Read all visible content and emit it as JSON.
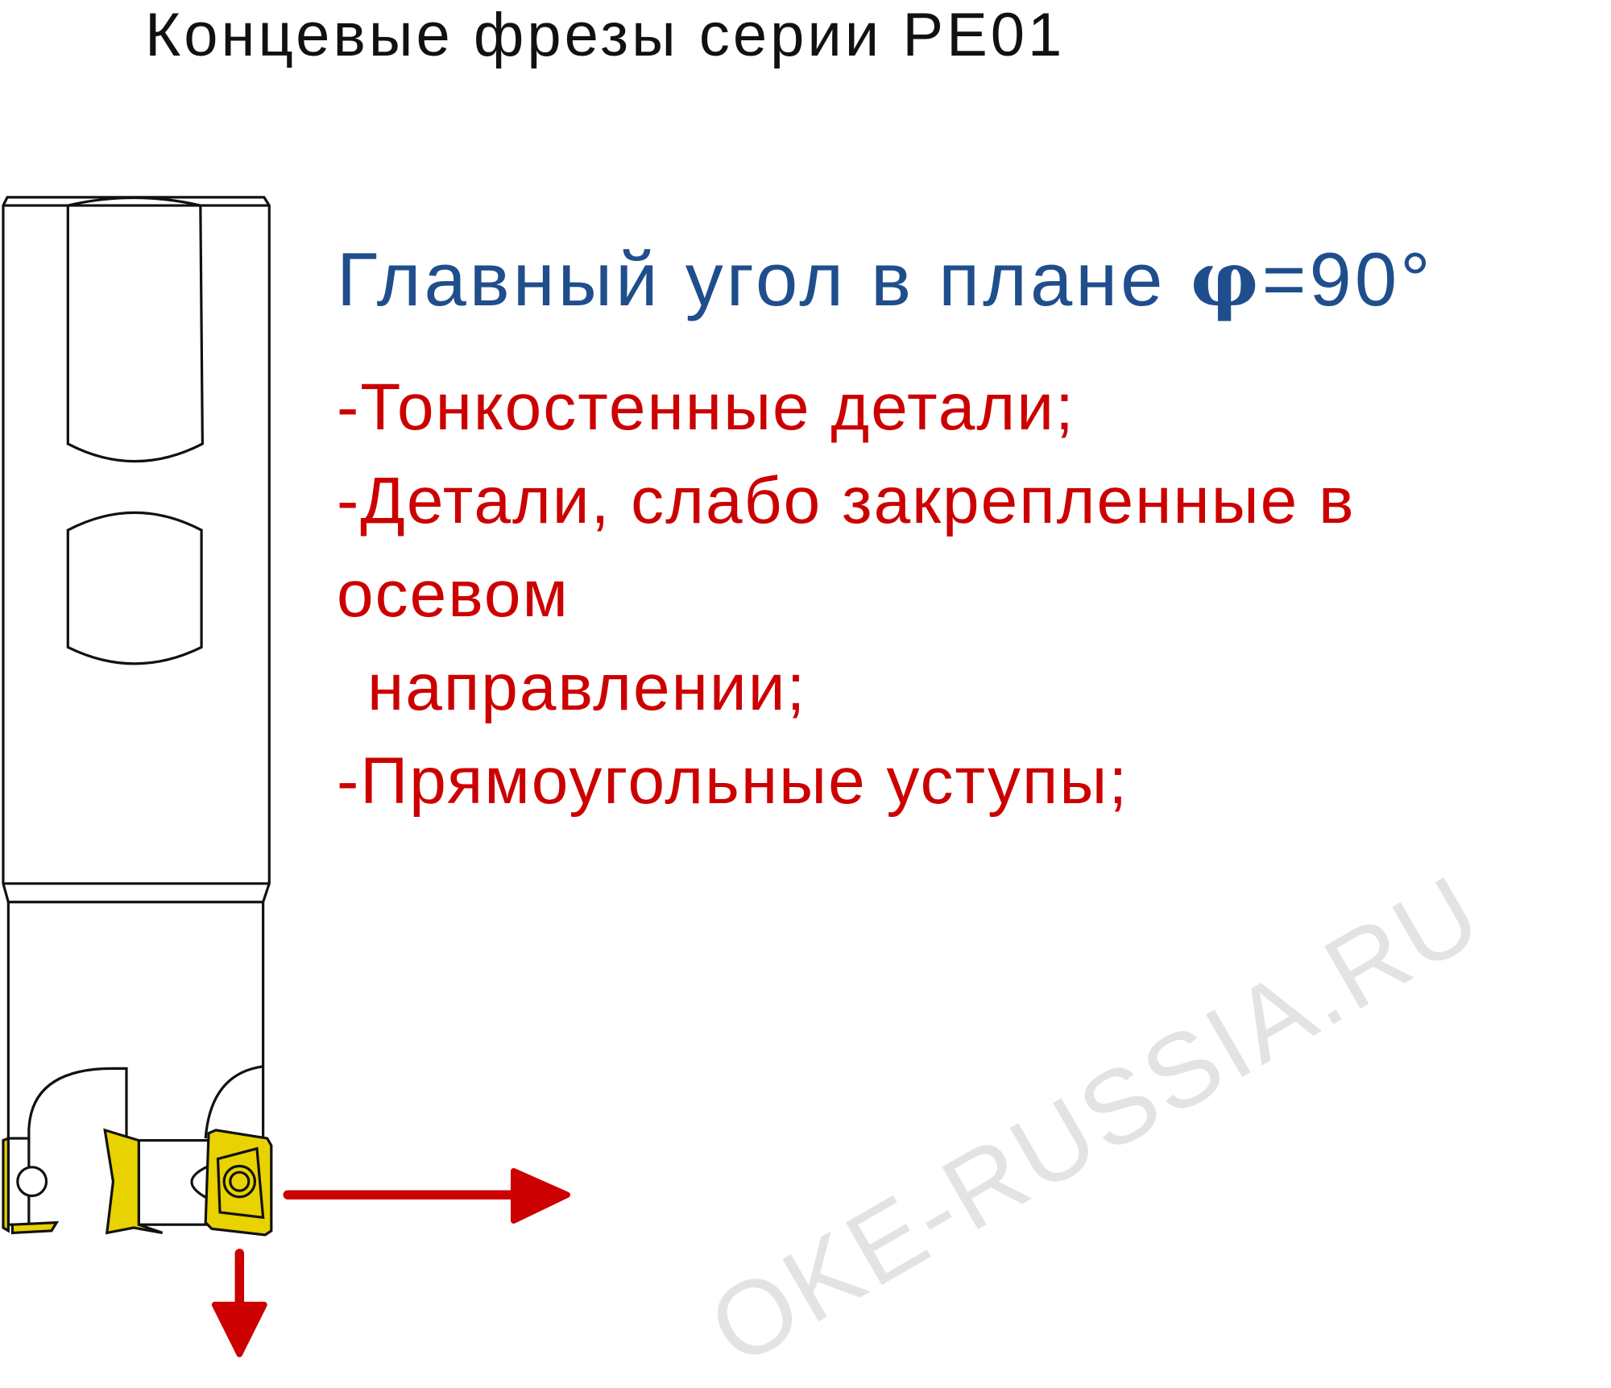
{
  "title": "Концевые фрезы серии PE01",
  "heading": {
    "text": "Главный угол в плане ",
    "symbol": "φ",
    "value": "=90°"
  },
  "applications": [
    "-Тонкостенные детали;",
    "-Детали, слабо закрепленные в осевом",
    "направлении;",
    "-Прямоугольные уступы;"
  ],
  "watermark": "OKE-RUSSIA.RU",
  "colors": {
    "heading": "#1f4e8c",
    "list": "#cc0000",
    "insert": "#e8d200",
    "arrow": "#cc0000",
    "watermark": "#e3e3e3"
  }
}
